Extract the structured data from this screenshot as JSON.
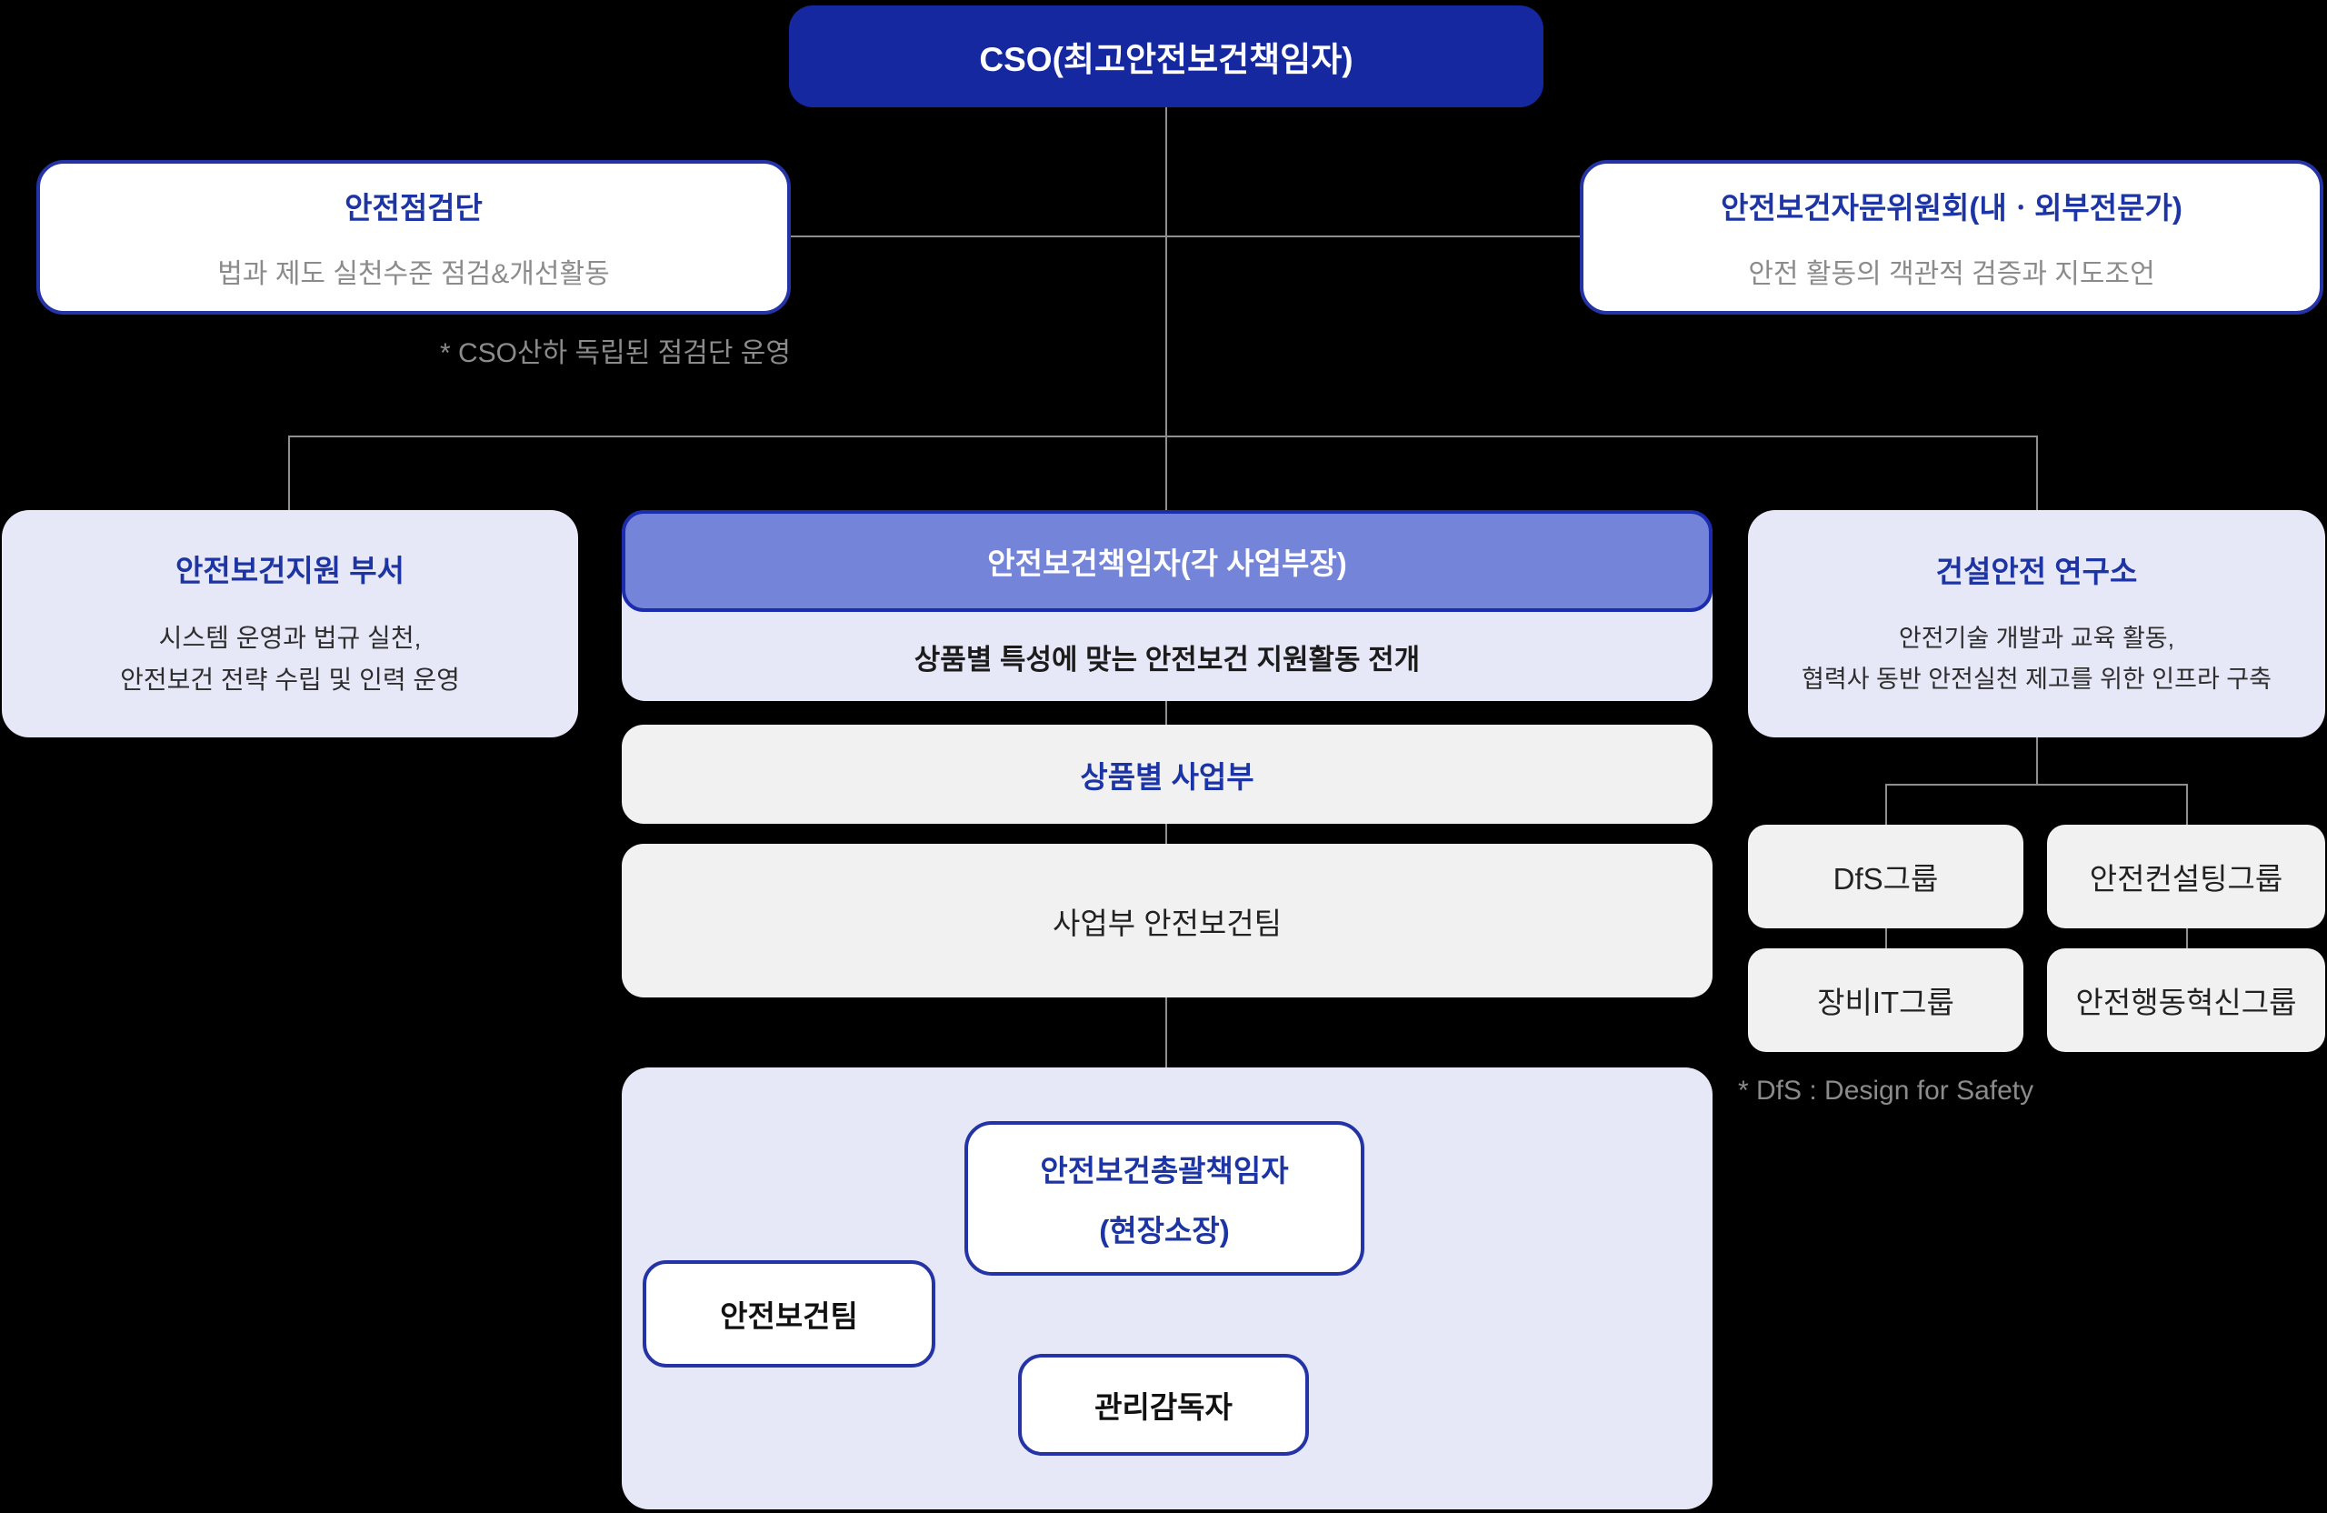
{
  "org": {
    "cso": {
      "label": "CSO(최고안전보건책임자)"
    },
    "inspection": {
      "title": "안전점검단",
      "subtitle": "법과 제도 실천수준 점검&개선활동",
      "note": "* CSO산하 독립된 점검단 운영"
    },
    "advisory": {
      "title": "안전보건자문위원회(내ㆍ외부전문가)",
      "subtitle": "안전 활동의 객관적 검증과 지도조언"
    },
    "support_dept": {
      "title": "안전보건지원 부서",
      "line1": "시스템 운영과 법규 실천,",
      "line2": "안전보건 전략 수립 및 인력 운영"
    },
    "division_head": {
      "title": "안전보건책임자(각 사업부장)",
      "body": "상품별 특성에 맞는 안전보건 지원활동 전개"
    },
    "product_division": {
      "label": "상품별 사업부"
    },
    "division_safety_team": {
      "label": "사업부 안전보건팀"
    },
    "research_center": {
      "title": "건설안전 연구소",
      "line1": "안전기술 개발과 교육 활동,",
      "line2": "협력사 동반 안전실천 제고를 위한 인프라 구축"
    },
    "groups": [
      "DfS그룹",
      "안전컨설팅그룹",
      "장비IT그룹",
      "안전행동혁신그룹"
    ],
    "dfs_note": "* DfS : Design for Safety",
    "site": {
      "manager_line1": "안전보건총괄책임자",
      "manager_line2": "(현장소장)",
      "team": "안전보건팀",
      "supervisor": "관리감독자"
    },
    "colors": {
      "background": "#000000",
      "navy": "#15289f",
      "indigo": "#7484d9",
      "indigo_border": "#1b2cad",
      "blue_border": "#2433a5",
      "lavender": "#e7e8f7",
      "gray_box": "#f1f1f1",
      "blue_text": "#1d34a4",
      "gray_text": "#8b8b8b",
      "dark_text": "#2e2e2e",
      "line": "#8f8f8f"
    }
  }
}
